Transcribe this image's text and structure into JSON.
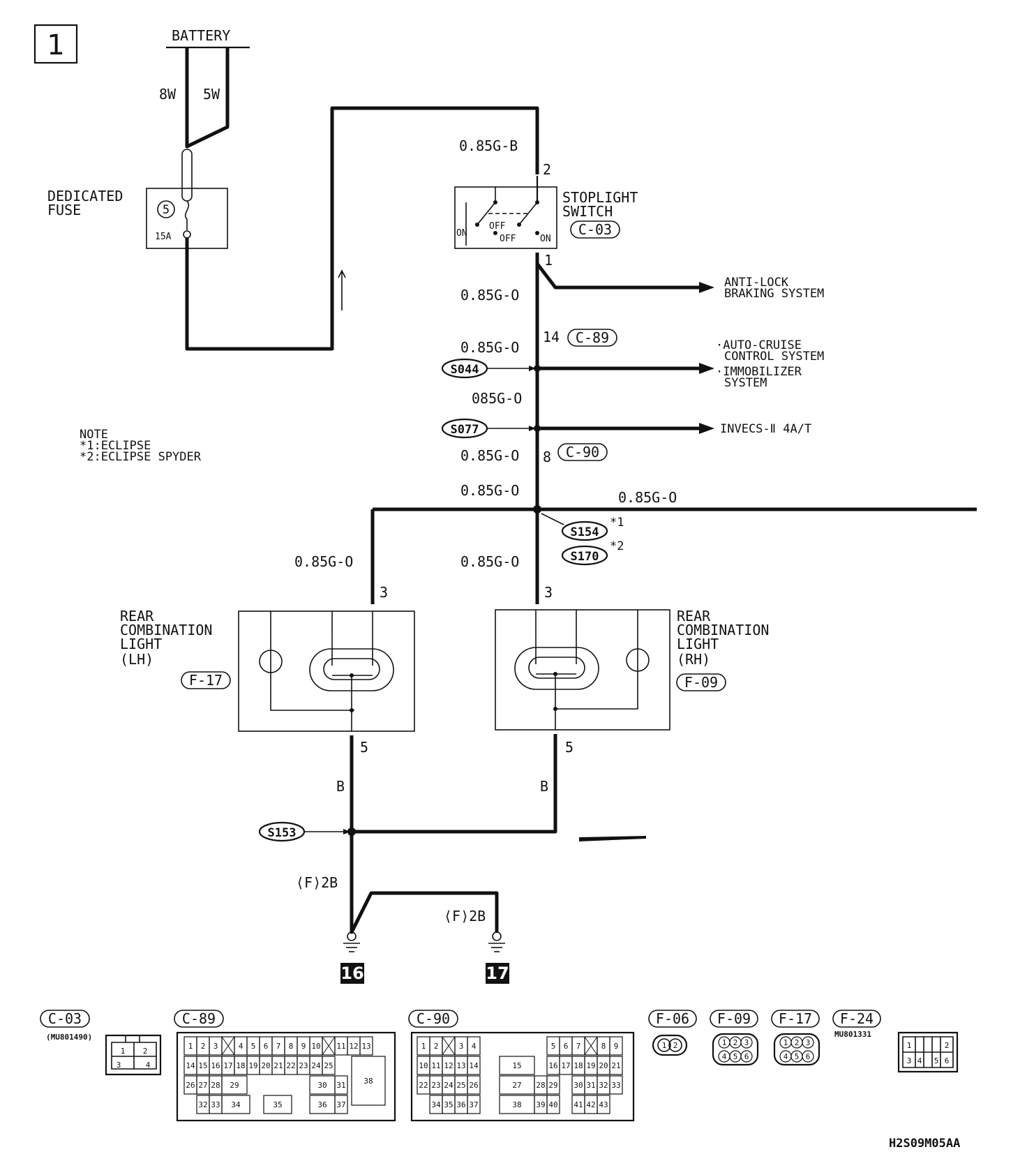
{
  "page_number": "1",
  "battery": {
    "label": "BATTERY",
    "wire_left": "8W",
    "wire_right": "5W"
  },
  "fuse": {
    "label_line1": "DEDICATED",
    "label_line2": "FUSE",
    "number": "5",
    "rating": "15A"
  },
  "stoplight_switch": {
    "label_line1": "STOPLIGHT",
    "label_line2": "SWITCH",
    "connector": "C-03",
    "pin_top": "2",
    "pin_bottom": "1",
    "on_left": "ON",
    "off_left": "OFF",
    "off_right": "OFF",
    "on_right": "ON"
  },
  "wires": {
    "switch_in": "0.85G-B",
    "switch_out": "0.85G-O",
    "c89_out": "0.85G-O",
    "s044_below": "085G-O",
    "c90_in": "0.85G-O",
    "c90_out": "0.85G-O",
    "right_branch": "0.85G-O",
    "lh_feed": "0.85G-O",
    "rh_feed": "0.85G-O",
    "lh_ground": "B",
    "rh_ground": "B",
    "ground_left": "⟨F⟩2B",
    "ground_right": "⟨F⟩2B"
  },
  "connectors_inline": {
    "c89_pin": "14",
    "c89": "C-89",
    "c90_pin": "8",
    "c90": "C-90"
  },
  "splices": {
    "s044": "S044",
    "s077": "S077",
    "s154": "S154",
    "s154_note": "*1",
    "s170": "S170",
    "s170_note": "*2",
    "s153": "S153"
  },
  "destinations": {
    "abs_line1": "ANTI-LOCK",
    "abs_line2": "BRAKING SYSTEM",
    "cruise_line1": "·AUTO-CRUISE",
    "cruise_line2": "CONTROL SYSTEM",
    "immo_line1": "·IMMOBILIZER",
    "immo_line2": "SYSTEM",
    "invecs": "INVECS-Ⅱ 4A/T"
  },
  "note": {
    "title": "NOTE",
    "line1": "*1:ECLIPSE",
    "line2": "*2:ECLIPSE SPYDER"
  },
  "rear_lh": {
    "line1": "REAR",
    "line2": "COMBINATION",
    "line3": "LIGHT",
    "line4": "(LH)",
    "connector": "F-17",
    "pin_in": "3",
    "pin_out": "5"
  },
  "rear_rh": {
    "line1": "REAR",
    "line2": "COMBINATION",
    "line3": "LIGHT",
    "line4": "(RH)",
    "connector": "F-09",
    "pin_in": "3",
    "pin_out": "5"
  },
  "grounds": {
    "left": "16",
    "right": "17"
  },
  "connector_views": {
    "c03": {
      "name": "C-03",
      "part": "(MU801490)",
      "pins": [
        "1",
        "2",
        "3",
        "4"
      ]
    },
    "c89": {
      "name": "C-89",
      "pins": [
        "1",
        "2",
        "3",
        "4",
        "5",
        "6",
        "7",
        "8",
        "9",
        "10",
        "11",
        "12",
        "13",
        "14",
        "15",
        "16",
        "17",
        "18",
        "19",
        "20",
        "21",
        "22",
        "23",
        "24",
        "25",
        "26",
        "27",
        "28",
        "29",
        "30",
        "31",
        "32",
        "33",
        "34",
        "35",
        "36",
        "37",
        "38"
      ]
    },
    "c90": {
      "name": "C-90",
      "pins": [
        "1",
        "2",
        "3",
        "4",
        "5",
        "6",
        "7",
        "8",
        "9",
        "10",
        "11",
        "12",
        "13",
        "14",
        "15",
        "16",
        "17",
        "18",
        "19",
        "20",
        "21",
        "22",
        "23",
        "24",
        "25",
        "26",
        "27",
        "28",
        "29",
        "30",
        "31",
        "32",
        "33",
        "34",
        "35",
        "36",
        "37",
        "38",
        "39",
        "40",
        "41",
        "42",
        "43"
      ]
    },
    "f06": {
      "name": "F-06",
      "pins": [
        "1",
        "2"
      ]
    },
    "f09": {
      "name": "F-09",
      "pins": [
        "1",
        "2",
        "3",
        "4",
        "5",
        "6"
      ]
    },
    "f17": {
      "name": "F-17",
      "pins": [
        "1",
        "2",
        "3",
        "4",
        "5",
        "6"
      ]
    },
    "f24": {
      "name": "F-24",
      "part": "MU801331",
      "pins": [
        "1",
        "2",
        "3",
        "4",
        "5",
        "6"
      ]
    }
  },
  "figure_code": "H2S09M05AA"
}
